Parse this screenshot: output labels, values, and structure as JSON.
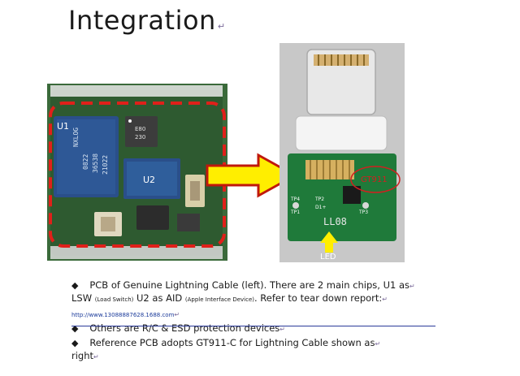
{
  "title": "Integration",
  "left_photo": {
    "chip_u1": "U1",
    "chip_u2": "U2",
    "chip_markings": [
      "E80",
      "230"
    ]
  },
  "right_photo": {
    "chip_callout": "GT911",
    "pad_labels": [
      "TP4",
      "TP2",
      "D1+",
      "TP1",
      "TP3"
    ],
    "board_text": "LL08",
    "led_label": "LED"
  },
  "bullets": [
    {
      "text": "PCB of Genuine Lightning Cable (left). There are 2 main chips, U1 as"
    },
    {
      "parts": [
        "LSW ",
        "(Load Switch)",
        " U2 as AID ",
        "(Apple Interface Device)",
        ". Refer to tear down report:"
      ]
    },
    {
      "url": "http://www.13088887628.1688.com"
    },
    {
      "text": "Others are R/C & ESD protection devices"
    },
    {
      "text": "Reference PCB adopts GT911-C for Lightning Cable shown as"
    },
    {
      "text": "right"
    }
  ],
  "colors": {
    "arrow_fill": "#ffee00",
    "arrow_stroke": "#c0180c",
    "outline_dash": "#e0201a",
    "rule": "#2a3a9a"
  }
}
